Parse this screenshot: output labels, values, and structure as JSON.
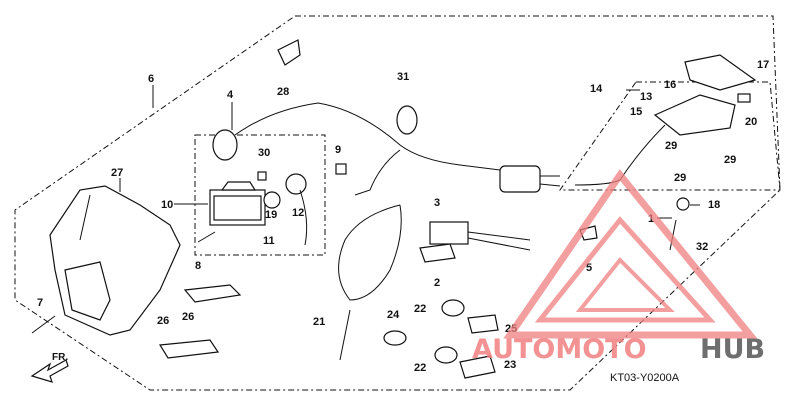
{
  "callouts": [
    "1",
    "2",
    "3",
    "4",
    "5",
    "6",
    "7",
    "8",
    "9",
    "10",
    "11",
    "12",
    "13",
    "14",
    "15",
    "16",
    "17",
    "18",
    "19",
    "20",
    "21",
    "22",
    "22",
    "23",
    "24",
    "25",
    "26",
    "26",
    "27",
    "28",
    "29",
    "29",
    "29",
    "30",
    "31",
    "32"
  ],
  "direction_label": "FR.",
  "diagram_code": "KT03-Y0200A",
  "watermark": {
    "part1": "AUTOMOTO",
    "part2": "HUB",
    "color": "#f08080",
    "color2": "#555555"
  }
}
